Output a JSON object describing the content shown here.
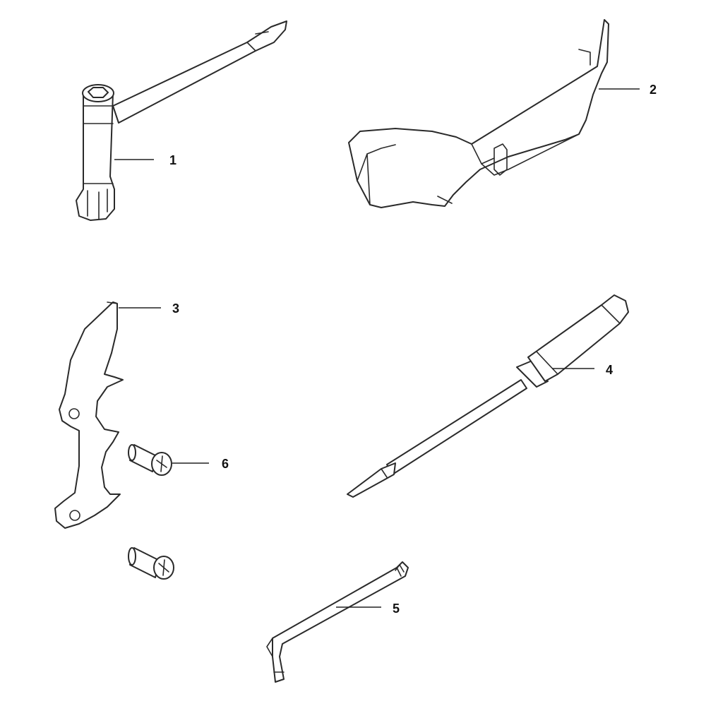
{
  "diagram": {
    "parts": [
      {
        "id": "part-1",
        "callout": "1",
        "icon": "combination-spanner-icon"
      },
      {
        "id": "part-2",
        "callout": "2",
        "icon": "chain-guard-icon"
      },
      {
        "id": "part-3",
        "callout": "3",
        "icon": "handle-bracket-icon"
      },
      {
        "id": "part-4",
        "callout": "4",
        "icon": "screwdriver-icon"
      },
      {
        "id": "part-5",
        "callout": "5",
        "icon": "torx-key-icon"
      },
      {
        "id": "part-6",
        "callout": "6",
        "icon": "screw-icon"
      }
    ],
    "colors": {
      "line": "#2a2a2a",
      "background": "#ffffff"
    }
  }
}
